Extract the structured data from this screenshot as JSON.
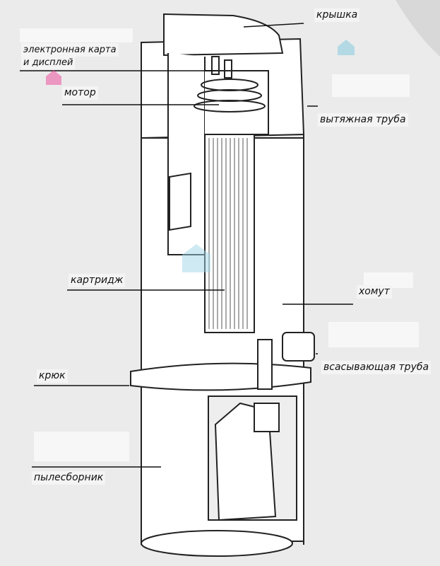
{
  "labels": {
    "lid": "крышка",
    "board_line1": "электронная карта",
    "board_line2": "и дисплей",
    "motor": "мотор",
    "exhaust": "вытяжная труба",
    "cartridge": "картридж",
    "clamp": "хомут",
    "hook": "крюк",
    "intake": "всасывающая труба",
    "dust_bin": "пылесборник"
  }
}
